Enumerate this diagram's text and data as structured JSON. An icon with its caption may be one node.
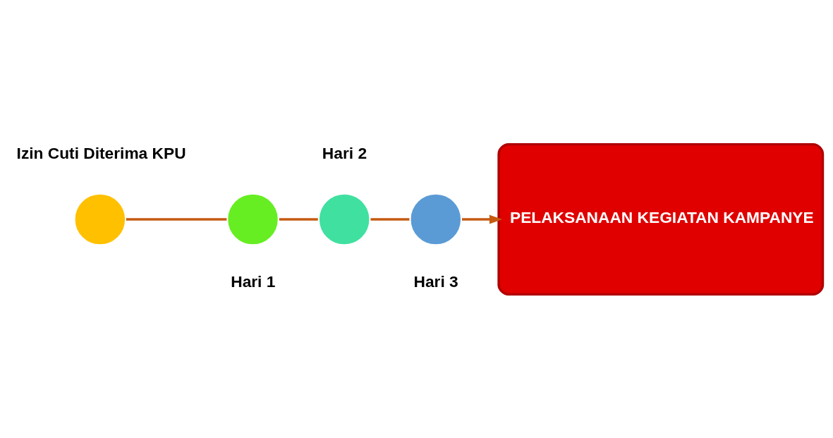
{
  "diagram": {
    "nodes": [
      {
        "text": [],
        "shape": "circle",
        "beside": [
          "Izin Cuti Diterima KPU"
        ]
      },
      {
        "text": [],
        "shape": "circle",
        "beside": [
          "Hari 1"
        ]
      },
      {
        "text": [],
        "shape": "circle",
        "beside": [
          "Hari 2"
        ]
      },
      {
        "text": [],
        "shape": "circle",
        "beside": [
          "Hari 3"
        ]
      },
      {
        "text": [
          "PELAKSANAAN KEGIATAN KAMPANYE"
        ]
      }
    ],
    "edges": [
      {
        "from": 0,
        "to": 1,
        "arrow": "none"
      },
      {
        "from": 1,
        "to": 2,
        "arrow": "none"
      },
      {
        "from": 2,
        "to": 3,
        "arrow": "none"
      },
      {
        "from": 3,
        "to": 4,
        "arrow": "to"
      }
    ]
  }
}
